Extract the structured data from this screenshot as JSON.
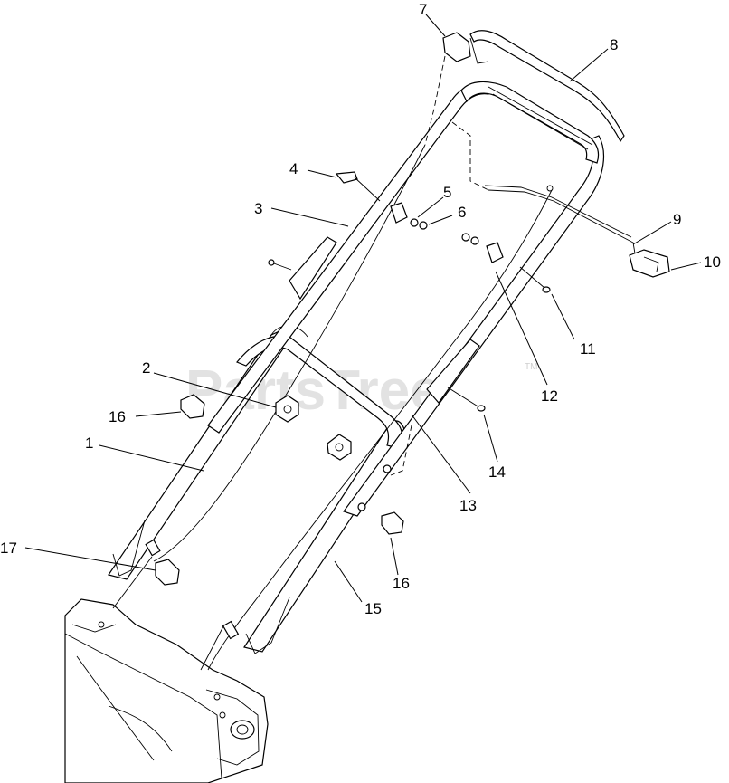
{
  "diagram": {
    "watermark": "PartsTree",
    "watermark_tm": "TM",
    "callouts": [
      {
        "id": "c1",
        "label": "1"
      },
      {
        "id": "c2",
        "label": "2"
      },
      {
        "id": "c3",
        "label": "3"
      },
      {
        "id": "c4",
        "label": "4"
      },
      {
        "id": "c5",
        "label": "5"
      },
      {
        "id": "c6",
        "label": "6"
      },
      {
        "id": "c7",
        "label": "7"
      },
      {
        "id": "c8",
        "label": "8"
      },
      {
        "id": "c9",
        "label": "9"
      },
      {
        "id": "c10",
        "label": "10"
      },
      {
        "id": "c11",
        "label": "11"
      },
      {
        "id": "c12",
        "label": "12"
      },
      {
        "id": "c13",
        "label": "13"
      },
      {
        "id": "c14",
        "label": "14"
      },
      {
        "id": "c15",
        "label": "15"
      },
      {
        "id": "c16a",
        "label": "16"
      },
      {
        "id": "c16b",
        "label": "16"
      },
      {
        "id": "c17",
        "label": "17"
      }
    ]
  }
}
